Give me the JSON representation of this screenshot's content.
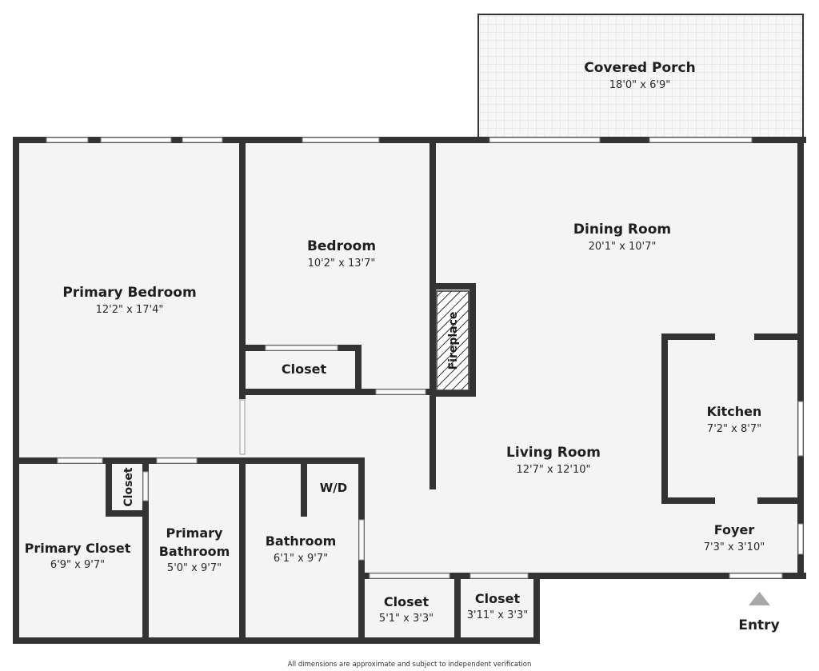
{
  "colors": {
    "wall": "#333333",
    "floor": "#f4f4f4",
    "porch_fill": "#f6f6f6",
    "window": "#ffffff",
    "entry_arrow": "#a8a8a8"
  },
  "rooms": {
    "covered_porch": {
      "name": "Covered Porch",
      "dims": "18'0\" x 6'9\""
    },
    "primary_bedroom": {
      "name": "Primary Bedroom",
      "dims": "12'2\" x 17'4\""
    },
    "bedroom": {
      "name": "Bedroom",
      "dims": "10'2\" x 13'7\""
    },
    "bedroom_closet": {
      "name": "Closet"
    },
    "dining_room": {
      "name": "Dining Room",
      "dims": "20'1\" x 10'7\""
    },
    "fireplace": {
      "name": "Fireplace"
    },
    "kitchen": {
      "name": "Kitchen",
      "dims": "7'2\" x 8'7\""
    },
    "living_room": {
      "name": "Living Room",
      "dims": "12'7\" x 12'10\""
    },
    "foyer": {
      "name": "Foyer",
      "dims": "7'3\" x 3'10\""
    },
    "primary_closet": {
      "name": "Primary Closet",
      "dims": "6'9\" x 9'7\""
    },
    "small_closet": {
      "name": "Closet"
    },
    "primary_bathroom": {
      "name_line1": "Primary",
      "name_line2": "Bathroom",
      "dims": "5'0\" x 9'7\""
    },
    "wd": {
      "name": "W/D"
    },
    "bathroom": {
      "name": "Bathroom",
      "dims": "6'1\" x 9'7\""
    },
    "hall_closet_1": {
      "name": "Closet",
      "dims": "5'1\" x 3'3\""
    },
    "hall_closet_2": {
      "name": "Closet",
      "dims": "3'11\" x 3'3\""
    }
  },
  "entry": {
    "label": "Entry"
  },
  "disclaimer": "All dimensions are approximate and subject to independent verification"
}
